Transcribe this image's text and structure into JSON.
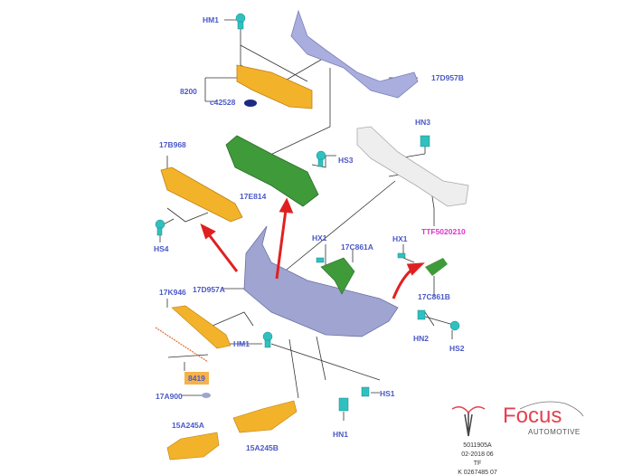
{
  "labels": {
    "hm1_top": "HM1",
    "p8200": "8200",
    "c42528": "c42528",
    "p17d957b": "17D957B",
    "p17b968": "17B968",
    "p17e814": "17E814",
    "hs3": "HS3",
    "hn3": "HN3",
    "ttf": "TTF5020210",
    "hs4": "HS4",
    "hx1_a": "HX1",
    "p17c861a": "17C861A",
    "hx1_b": "HX1",
    "p17c861b": "17C861B",
    "p17d957a": "17D957A",
    "p17k946": "17K946",
    "hm1_bottom": "HM1",
    "hn2": "HN2",
    "hs2": "HS2",
    "p8419": "8419",
    "p17a900": "17A900",
    "hs1": "HS1",
    "hn1": "HN1",
    "p15a245a": "15A245A",
    "p15a245b": "15A245B"
  },
  "doc_info": [
    "5011905A",
    "02-2018 06",
    "TF",
    "K 0267485 07"
  ],
  "logo": {
    "name": "Focus",
    "tagline": "AUTOMOTIVE"
  },
  "colors": {
    "label": "#4a58c8",
    "highlight_label": "#e030d0",
    "arrow": "#e02020",
    "bracket": "#f0a818",
    "bracket_green": "#3a9a3a",
    "bumper": "#a8acd8",
    "clip": "#30c0c0",
    "brand": "#e5404e"
  }
}
